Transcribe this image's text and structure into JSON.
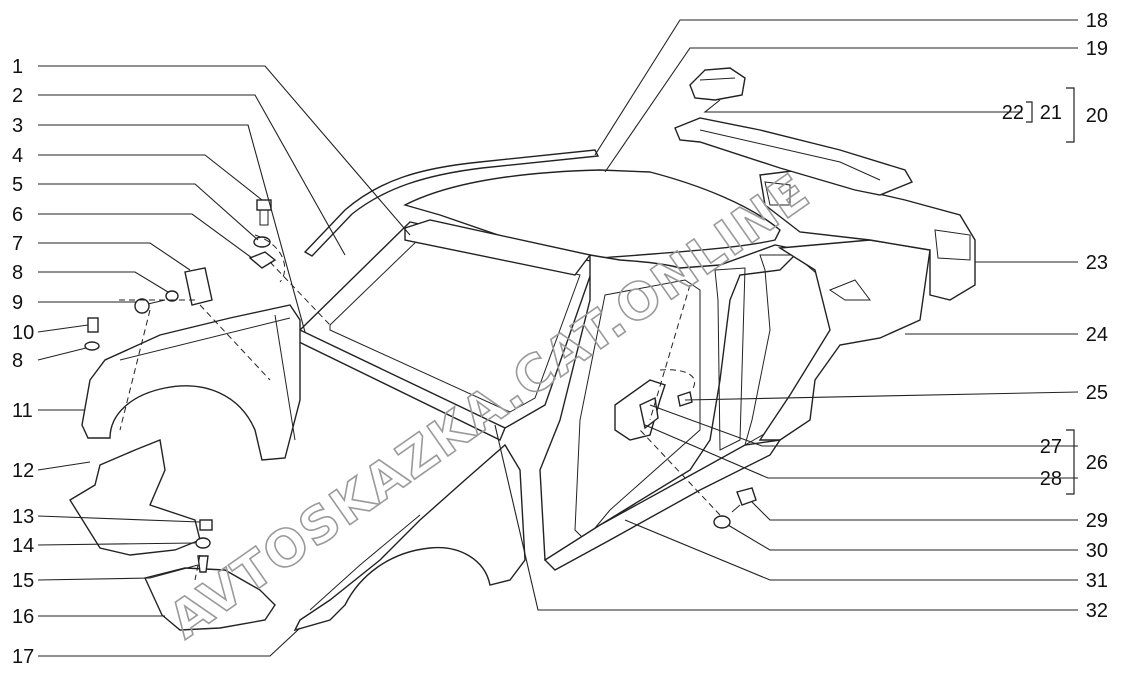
{
  "watermark": "AVTOSKAZKA.CAT.ONLINE",
  "callouts": {
    "left": [
      "1",
      "2",
      "3",
      "4",
      "5",
      "6",
      "7",
      "8",
      "9",
      "10",
      "8",
      "11",
      "12",
      "13",
      "14",
      "15",
      "16",
      "17"
    ],
    "right": [
      "18",
      "19",
      "22",
      "21",
      "20",
      "23",
      "24",
      "25",
      "27",
      "26",
      "28",
      "29",
      "30",
      "31",
      "32"
    ]
  }
}
